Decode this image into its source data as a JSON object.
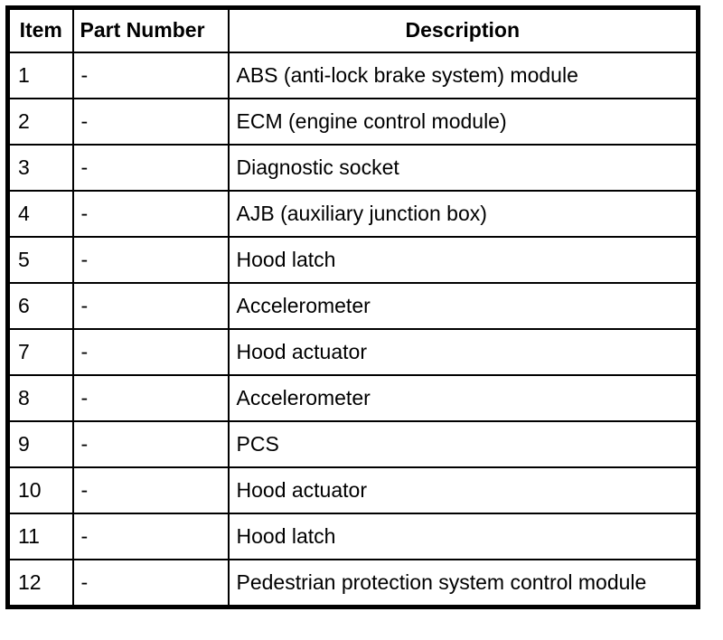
{
  "table": {
    "columns": [
      {
        "key": "item",
        "label": "Item"
      },
      {
        "key": "part_number",
        "label": "Part Number"
      },
      {
        "key": "description",
        "label": "Description"
      }
    ],
    "rows": [
      {
        "item": "1",
        "part_number": "-",
        "description": "ABS (anti-lock brake system) module"
      },
      {
        "item": "2",
        "part_number": "-",
        "description": "ECM (engine control module)"
      },
      {
        "item": "3",
        "part_number": "-",
        "description": "Diagnostic socket"
      },
      {
        "item": "4",
        "part_number": "-",
        "description": "AJB (auxiliary junction box)"
      },
      {
        "item": "5",
        "part_number": "-",
        "description": "Hood latch"
      },
      {
        "item": "6",
        "part_number": "-",
        "description": "Accelerometer"
      },
      {
        "item": "7",
        "part_number": "-",
        "description": "Hood actuator"
      },
      {
        "item": "8",
        "part_number": "-",
        "description": "Accelerometer"
      },
      {
        "item": "9",
        "part_number": "-",
        "description": "PCS"
      },
      {
        "item": "10",
        "part_number": "-",
        "description": "Hood actuator"
      },
      {
        "item": "11",
        "part_number": "-",
        "description": "Hood latch"
      },
      {
        "item": "12",
        "part_number": "-",
        "description": "Pedestrian protection system control module"
      }
    ]
  },
  "colors": {
    "border": "#000000",
    "background": "#ffffff",
    "text": "#000000"
  }
}
